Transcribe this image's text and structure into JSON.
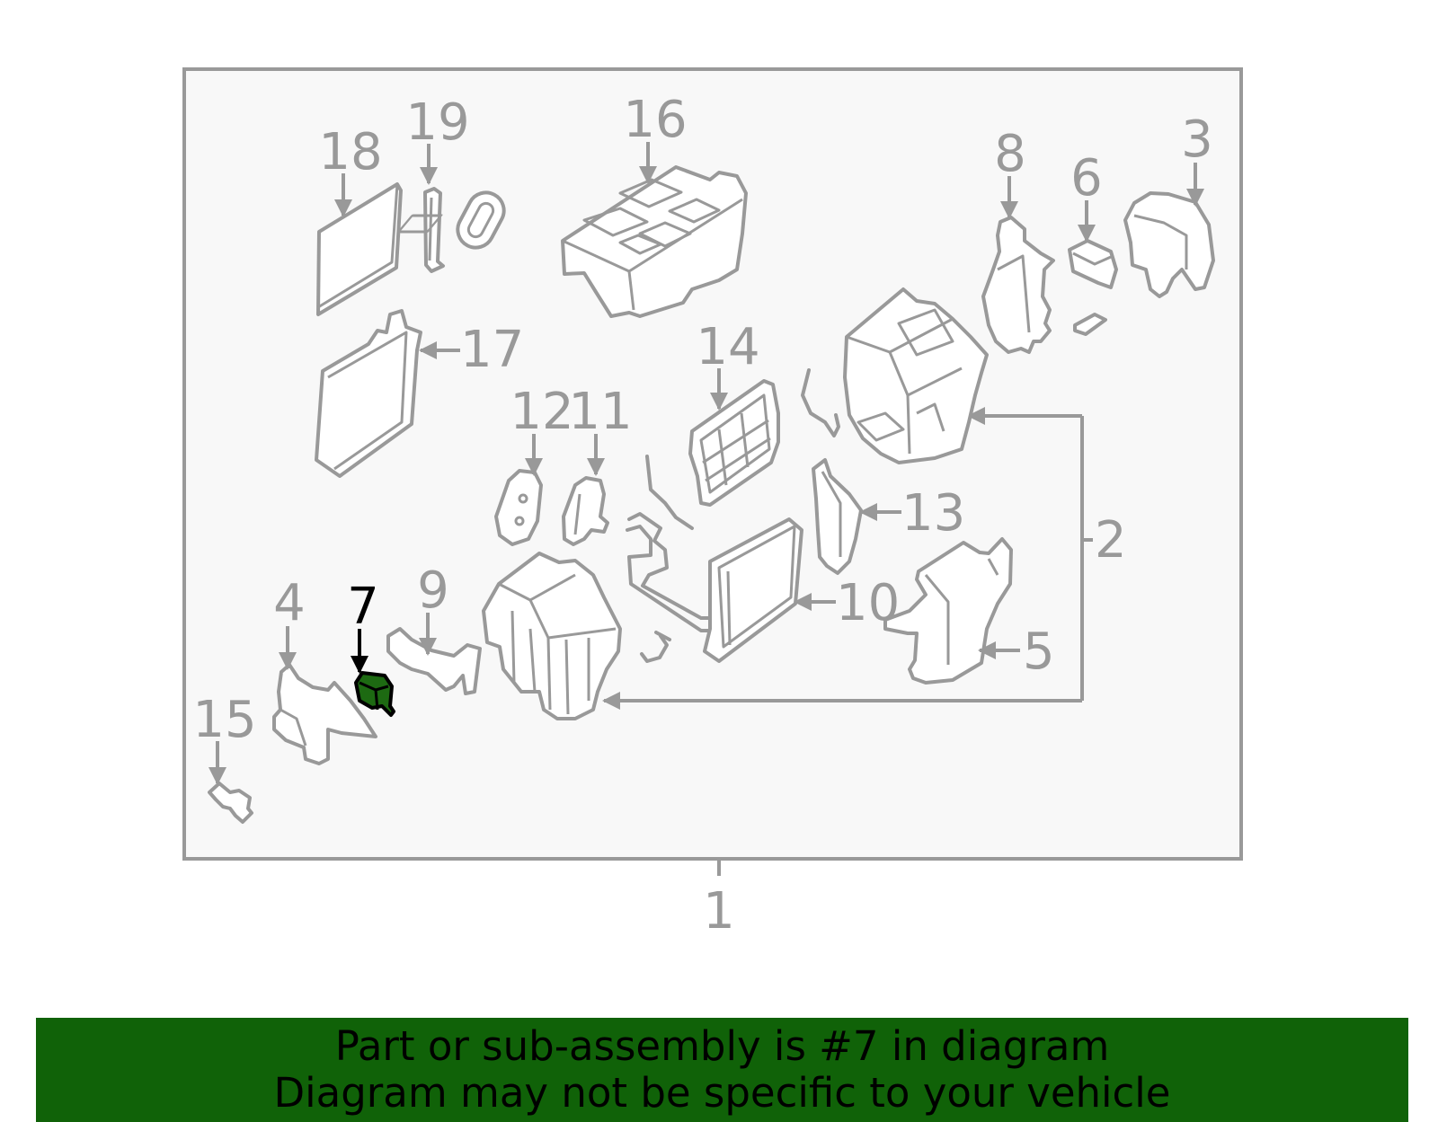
{
  "diagram": {
    "assembly_label": "1",
    "callouts": [
      {
        "id": "2",
        "label": "2"
      },
      {
        "id": "3",
        "label": "3"
      },
      {
        "id": "4",
        "label": "4"
      },
      {
        "id": "5",
        "label": "5"
      },
      {
        "id": "6",
        "label": "6"
      },
      {
        "id": "7",
        "label": "7",
        "highlighted": true
      },
      {
        "id": "8",
        "label": "8"
      },
      {
        "id": "9",
        "label": "9"
      },
      {
        "id": "10",
        "label": "10"
      },
      {
        "id": "11",
        "label": "11"
      },
      {
        "id": "12",
        "label": "12"
      },
      {
        "id": "13",
        "label": "13"
      },
      {
        "id": "14",
        "label": "14"
      },
      {
        "id": "15",
        "label": "15"
      },
      {
        "id": "16",
        "label": "16"
      },
      {
        "id": "17",
        "label": "17"
      },
      {
        "id": "18",
        "label": "18"
      },
      {
        "id": "19",
        "label": "19"
      }
    ]
  },
  "banner": {
    "line1": "Part or sub-assembly is #7 in diagram",
    "line2": "Diagram may not be specific to your vehicle"
  },
  "colors": {
    "banner_bg": "#106208",
    "highlight_part": "#1d6a12",
    "line_gray": "#999999",
    "frame_bg": "#f8f8f8"
  }
}
